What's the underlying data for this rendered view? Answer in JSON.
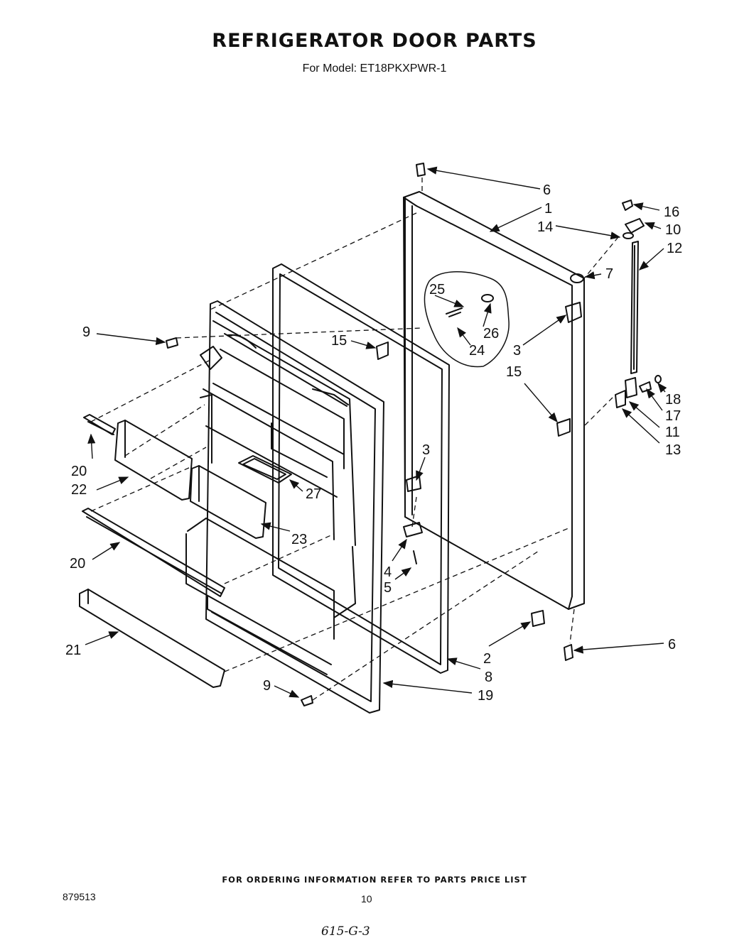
{
  "title": "REFRIGERATOR DOOR PARTS",
  "model_line": "For Model: ET18PKXPWR-1",
  "footer_note": "FOR ORDERING INFORMATION REFER TO PARTS PRICE LIST",
  "document_number": "879513",
  "page_number": "10",
  "handwritten_note": "615-G-3",
  "callouts": {
    "c6_top": "6",
    "c1": "1",
    "c16": "16",
    "c14": "14",
    "c10": "10",
    "c12": "12",
    "c7": "7",
    "c25": "25",
    "c26": "26",
    "c24": "24",
    "c3_right": "3",
    "c9_top": "9",
    "c15_mid": "15",
    "c15_right": "15",
    "c18": "18",
    "c17": "17",
    "c11": "11",
    "c13": "13",
    "c3_mid": "3",
    "c20_top": "20",
    "c22": "22",
    "c27": "27",
    "c23": "23",
    "c4": "4",
    "c5": "5",
    "c20_low": "20",
    "c21": "21",
    "c2": "2",
    "c6_bottom": "6",
    "c8": "8",
    "c9_bottom": "9",
    "c19": "19"
  }
}
